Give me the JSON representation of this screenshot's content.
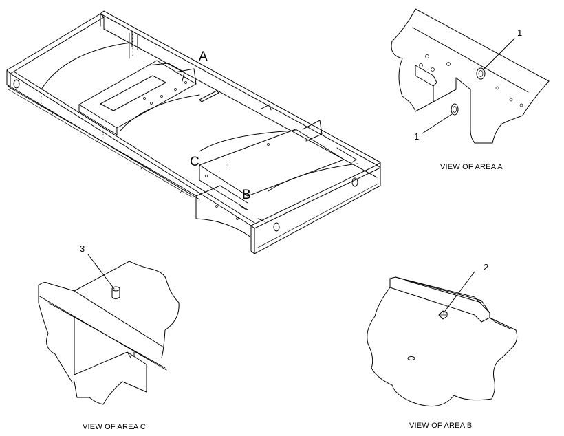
{
  "area_labels": {
    "a": "A",
    "b": "B",
    "c": "C"
  },
  "callouts": {
    "a_top": "1",
    "a_bottom": "1",
    "b": "2",
    "c": "3"
  },
  "captions": {
    "area_a": "VIEW OF AREA  A",
    "area_b": "VIEW OF AREA  B",
    "area_c": "VIEW OF AREA  C"
  }
}
